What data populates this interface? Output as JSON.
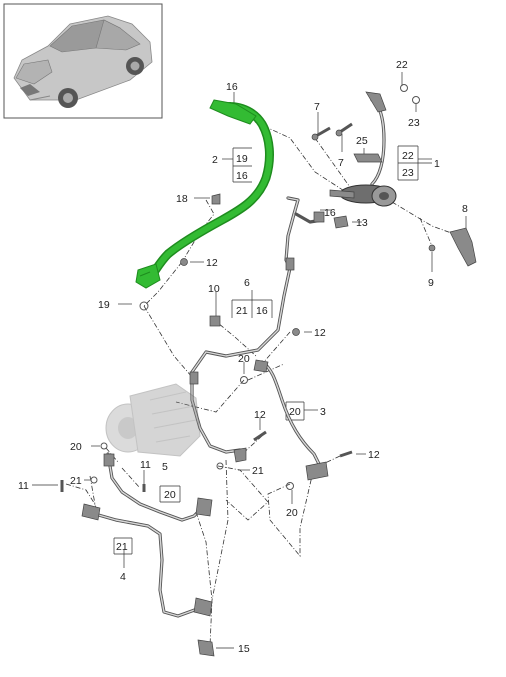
{
  "callouts": {
    "c1": "1",
    "c2": "2",
    "c3": "3",
    "c4": "4",
    "c5": "5",
    "c6": "6",
    "c7a": "7",
    "c7b": "7",
    "c8": "8",
    "c9": "9",
    "c10": "10",
    "c11a": "11",
    "c11b": "11",
    "c12a": "12",
    "c12b": "12",
    "c12c": "12",
    "c12d": "12",
    "c13": "13",
    "c15": "15",
    "c16a": "16",
    "c16b": "16",
    "c18": "18",
    "c19": "19",
    "c20a": "20",
    "c20b": "20",
    "c20c": "20",
    "c21a": "21",
    "c21b": "21",
    "c22": "22",
    "c23": "23",
    "c25": "25"
  },
  "brackets": {
    "b2_top": "19",
    "b2_bot": "16",
    "b1_top": "22",
    "b1_bot": "23",
    "b6_left": "21",
    "b6_right": "16",
    "b3": "20",
    "b5": "20",
    "b4": "21"
  },
  "colors": {
    "highlight": "#33bb33",
    "highlight_dark": "#1e8c1e",
    "line": "#333333",
    "part_gray": "#8a8a8a"
  },
  "icons": [
    "car-thumbnail-icon",
    "compressor-icon"
  ]
}
